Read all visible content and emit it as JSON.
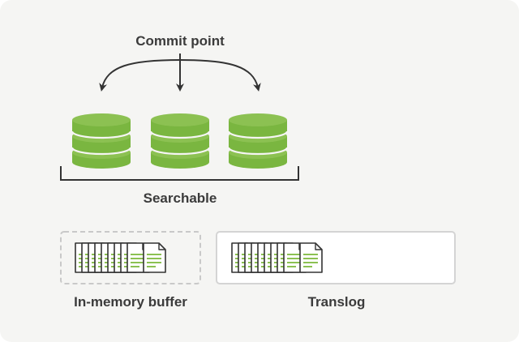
{
  "diagram": {
    "commit_point_label": "Commit point",
    "searchable_label": "Searchable",
    "in_memory_buffer_label": "In-memory buffer",
    "translog_label": "Translog"
  },
  "colors": {
    "background": "#f5f5f3",
    "segment_green": "#7ab640",
    "segment_green_dark": "#5d9a2c",
    "stroke": "#333333",
    "doc_green": "#8cc152",
    "dashed_border": "#c9c9c9",
    "solid_border": "#d4d4d4"
  },
  "icons": {
    "segments": [
      "database-icon",
      "database-icon",
      "database-icon"
    ],
    "buffer_documents": "document-stack-icon",
    "translog_documents": "document-stack-icon"
  }
}
